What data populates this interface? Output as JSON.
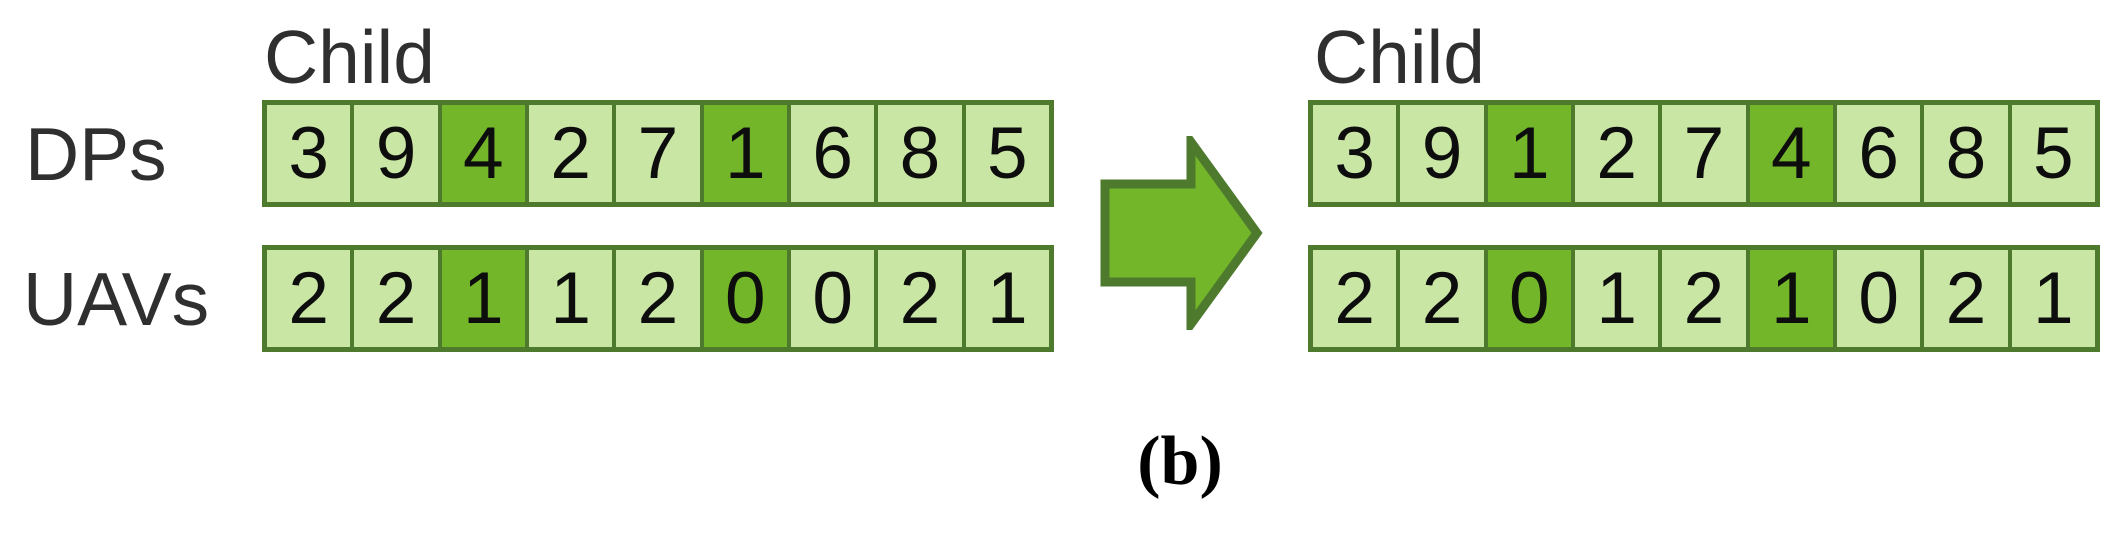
{
  "figure": {
    "caption": "(b)",
    "panels": {
      "before": {
        "title": "Child",
        "row_labels": {
          "dps": "DPs",
          "uavs": "UAVs"
        },
        "rows": {
          "dps": {
            "values": [
              "3",
              "9",
              "4",
              "2",
              "7",
              "1",
              "6",
              "8",
              "5"
            ],
            "highlighted_indices": [
              2,
              5
            ]
          },
          "uavs": {
            "values": [
              "2",
              "2",
              "1",
              "1",
              "2",
              "0",
              "0",
              "2",
              "1"
            ],
            "highlighted_indices": [
              2,
              5
            ]
          }
        }
      },
      "after": {
        "title": "Child",
        "rows": {
          "dps": {
            "values": [
              "3",
              "9",
              "1",
              "2",
              "7",
              "4",
              "6",
              "8",
              "5"
            ],
            "highlighted_indices": [
              2,
              5
            ]
          },
          "uavs": {
            "values": [
              "2",
              "2",
              "0",
              "1",
              "2",
              "1",
              "0",
              "2",
              "1"
            ],
            "highlighted_indices": [
              2,
              5
            ]
          }
        }
      }
    },
    "arrow": {
      "direction": "right"
    },
    "colors": {
      "background": "#ffffff",
      "cell_light": "#c9e6a4",
      "cell_dark": "#74b62a",
      "border": "#4e7a2e",
      "label_text": "#2f2f2f",
      "digit_text": "#0d0d0d"
    }
  }
}
